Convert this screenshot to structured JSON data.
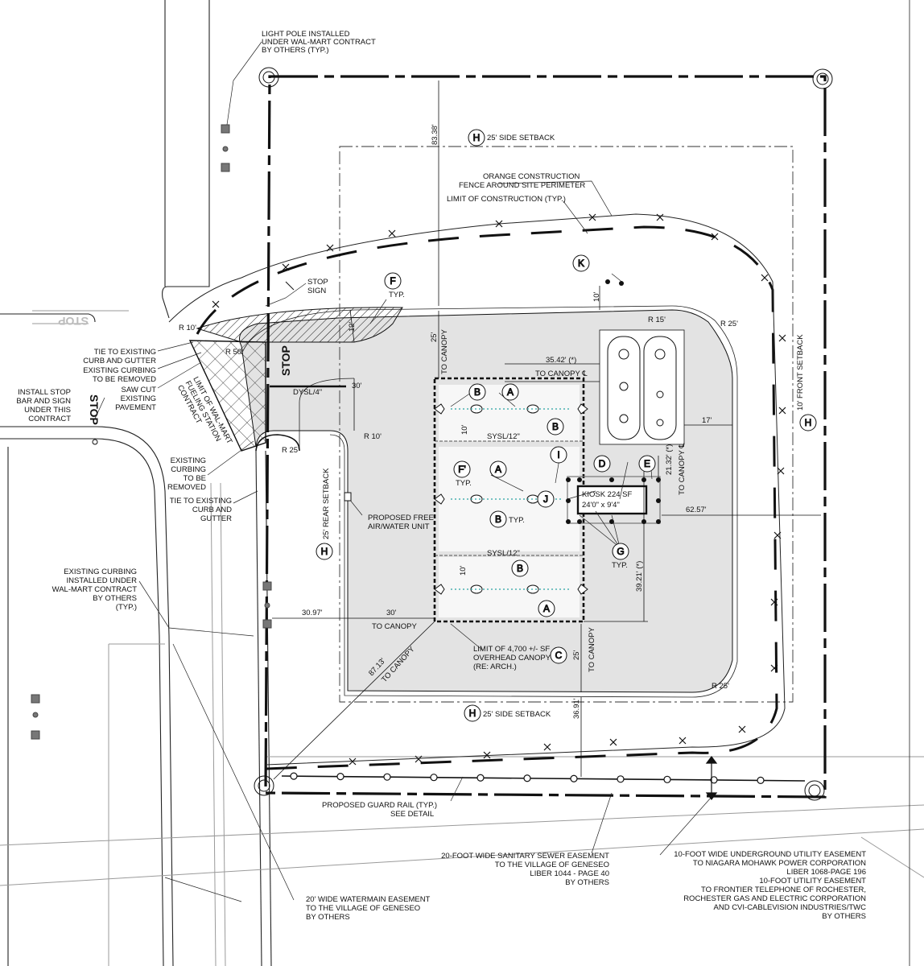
{
  "labels": {
    "light_pole": [
      "LIGHT POLE INSTALLED",
      "UNDER WAL-MART CONTRACT",
      "BY OTHERS (TYP.)"
    ],
    "side_setback_top": "25' SIDE SETBACK",
    "side_setback_bottom": "25' SIDE SETBACK",
    "front_setback": "10' FRONT SETBACK",
    "rear_setback": "25' REAR SETBACK",
    "orange_fence": [
      "ORANGE CONSTRUCTION",
      "FENCE AROUND SITE PERIMETER"
    ],
    "limit_construction": "LIMIT OF CONSTRUCTION (TYP.)",
    "stop_sign": [
      "STOP",
      "SIGN"
    ],
    "tie_curb": [
      "TIE TO EXISTING",
      "CURB AND GUTTER"
    ],
    "existing_curbing_removed": [
      "EXISTING CURBING",
      "TO BE REMOVED"
    ],
    "saw_cut": [
      "SAW CUT",
      "EXISTING",
      "PAVEMENT"
    ],
    "install_stop_bar": [
      "INSTALL STOP",
      "BAR AND SIGN",
      "UNDER THIS",
      "CONTRACT"
    ],
    "limit_walmart": [
      "LIMIT OF WAL-MART",
      "FUELING STATION",
      "CONTRACT"
    ],
    "existing_curbing_removed2": [
      "EXISTING",
      "CURBING",
      "TO BE",
      "REMOVED"
    ],
    "tie_curb2": [
      "TIE TO EXISTING",
      "CURB AND",
      "GUTTER"
    ],
    "existing_curbing_walmart": [
      "EXISTING CURBING",
      "INSTALLED UNDER",
      "WAL-MART CONTRACT",
      "BY OTHERS",
      "(TYP.)"
    ],
    "proposed_air": [
      "PROPOSED FREE",
      "AIR/WATER UNIT"
    ],
    "limit_canopy": [
      "LIMIT OF 4,700 +/- SF",
      "OVERHEAD CANOPY",
      "(RE: ARCH.)"
    ],
    "kiosk": [
      "KIOSK 224 SF",
      "24'0\" x 9'4\""
    ],
    "guard_rail": [
      "PROPOSED GUARD RAIL (TYP.)",
      "SEE DETAIL"
    ],
    "sewer_easement": [
      "20-FOOT WIDE SANITARY SEWER EASEMENT",
      "TO THE VILLAGE OF GENESEO",
      "LIBER 1044 - PAGE 40",
      "BY OTHERS"
    ],
    "utility_easement": [
      "10-FOOT WIDE UNDERGROUND UTILITY EASEMENT",
      "TO NIAGARA MOHAWK POWER CORPORATION",
      "LIBER 1068-PAGE 196",
      "10-FOOT  UTILITY EASEMENT",
      "TO FRONTIER TELEPHONE OF ROCHESTER,",
      "ROCHESTER GAS AND ELECTRIC CORPORATION",
      "AND CVI-CABLEVISION INDUSTRIES/TWC",
      "BY OTHERS"
    ],
    "watermain_easement": [
      "20' WIDE WATERMAIN EASEMENT",
      "TO THE VILLAGE OF GENESEO",
      "BY OTHERS"
    ],
    "dysl": "DYSL/4\"",
    "sysl1": "SYSL/12\"",
    "sysl2": "SYSL/12\"",
    "stop_text": "STOP",
    "stop_faded": "STOP",
    "typ": "TYP."
  },
  "dimensions": {
    "d83": "83.38'",
    "d25_canopy_top": "25'",
    "to_canopy_top": "TO CANOPY",
    "d35": "35.42' (*)",
    "to_canopy_cl": "TO CANOPY ℄",
    "d17": "17'",
    "d21": "21.32' (*)",
    "to_canopy_cl2": "TO CANOPY ℄",
    "d62": "62.57'",
    "d39": "39.21' (*)",
    "d30_mid": "30'",
    "d10_kiosk": "10'",
    "d10_top": "10'",
    "d12": "12'",
    "d10_b": "10'",
    "r10_a": "R 10'",
    "r10_b": "R 10'",
    "r15": "R 15'",
    "r25_a": "R 25'",
    "r25_b": "R 25'",
    "r25_c": "R 25'",
    "r50": "R 50'",
    "d30_97": "30.97'",
    "d30_canopy": "30'",
    "to_canopy_left": "TO CANOPY",
    "d87": "87.13'",
    "to_canopy_diag": "TO CANOPY",
    "d25_bottom": "25'",
    "to_canopy_bottom": "TO CANOPY",
    "d36": "36.91'"
  },
  "bubbles": {
    "H": "H",
    "F": "F",
    "K": "K",
    "B": "B",
    "A": "A",
    "I": "I",
    "J": "J",
    "D": "D",
    "E": "E",
    "G": "G",
    "C": "C",
    "Fp": "F'"
  },
  "colors": {
    "paving": "#e3e3e3",
    "island": "#f7f7f7",
    "accent": "#2aa3a3"
  }
}
